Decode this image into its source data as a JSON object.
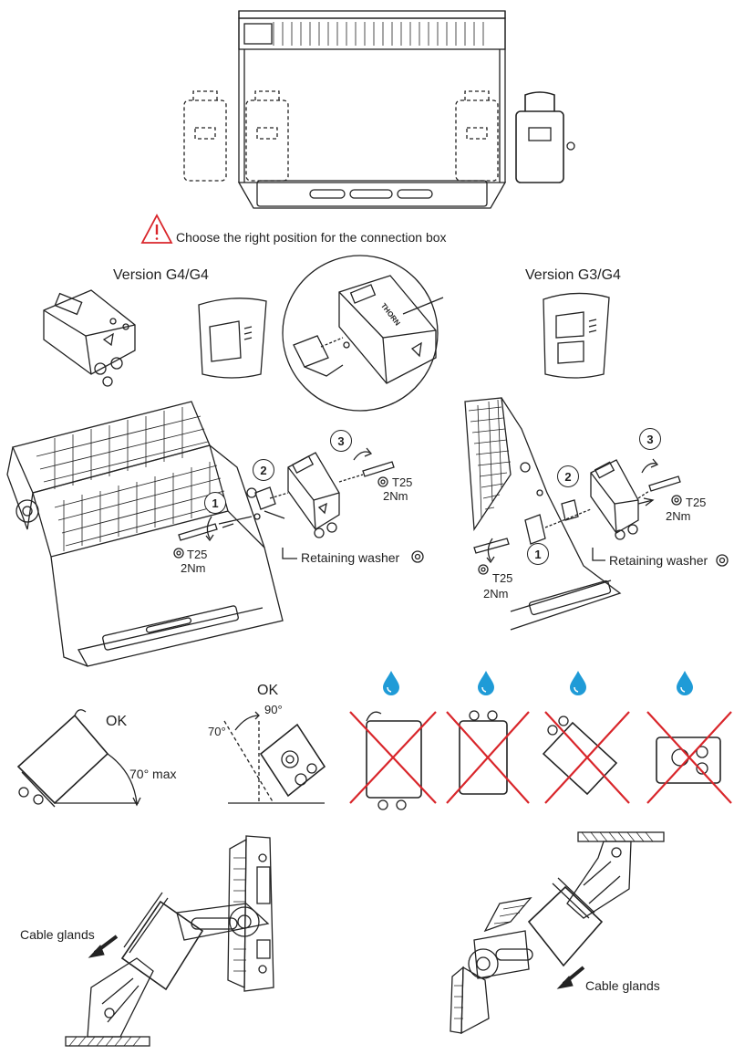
{
  "top": {
    "warning_text": "Choose the right position for the connection box"
  },
  "versions": {
    "left_title": "Version G4/G4",
    "right_title": "Version G3/G4"
  },
  "steps": [
    "1",
    "2",
    "3"
  ],
  "labels": {
    "torque_tool": "T25",
    "torque_value": "2Nm",
    "retaining_washer": "Retaining washer",
    "brand_mark": "THORN"
  },
  "orientation": {
    "ok": "OK",
    "max_angle": "70° max",
    "angle_70": "70°",
    "angle_90": "90°"
  },
  "mounting": {
    "cable_glands": "Cable glands"
  },
  "colors": {
    "warning_red": "#d9262b",
    "water_blue": "#1f9bd7",
    "line": "#222222"
  }
}
